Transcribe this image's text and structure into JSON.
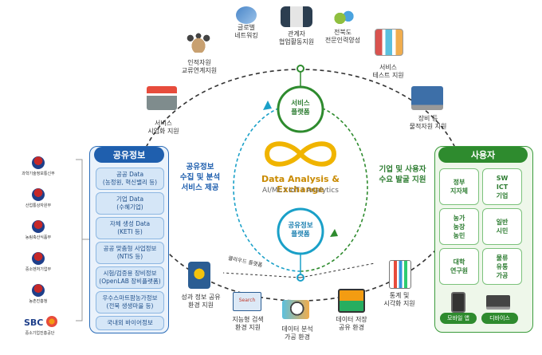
{
  "center": {
    "title": "Data Analysis & Exchange",
    "subtitle": "AI/ML I IoT I Analytics"
  },
  "service_platform": {
    "line1": "서비스",
    "line2": "플랫폼"
  },
  "public_platform": {
    "line1": "공유정보",
    "line2": "플랫폼"
  },
  "left_arrow_text": [
    "공유정보",
    "수집 및 분석",
    "서비스 제공"
  ],
  "right_arrow_text": [
    "기업 및 사용자",
    "수요 발굴 지원"
  ],
  "cloud_label": "클라우드 플랫폼",
  "top_nodes": [
    {
      "icon": "handshake-icon",
      "l1": "글로벌",
      "l2": "네트워킹"
    },
    {
      "icon": "business-meeting-icon",
      "l1": "관계자",
      "l2": "협업활동지원"
    },
    {
      "icon": "gears-person-icon",
      "l1": "전북도",
      "l2": "전문인력양성"
    },
    {
      "icon": "test-tubes-icon",
      "l1": "서비스",
      "l2": "테스트 지원"
    },
    {
      "icon": "meeting-table-icon",
      "l1": "인적자원",
      "l2": "교류연계지원"
    },
    {
      "icon": "storefront-icon",
      "l1": "서비스",
      "l2": "시업화 지원"
    },
    {
      "icon": "monitor-chart-icon",
      "l1": "장비 등",
      "l2": "물적자원 지원"
    }
  ],
  "bottom_nodes": [
    {
      "icon": "tablet-bulb-icon",
      "l1": "성과 정보 공유",
      "l2": "환경 지원"
    },
    {
      "icon": "search-window-icon",
      "l1": "지능형 검색",
      "l2": "환경 지원"
    },
    {
      "icon": "magnifier-chart-icon",
      "l1": "데이터 분석",
      "l2": "가공 환경"
    },
    {
      "icon": "photo-storage-icon",
      "l1": "데이터 저장",
      "l2": "공유 환경"
    },
    {
      "icon": "clipboard-stats-icon",
      "l1": "통계 및",
      "l2": "시각화 지원"
    }
  ],
  "search_word": "Search",
  "left_panel": {
    "title": "공유정보",
    "items": [
      {
        "l1": "공공 Data",
        "l2": "(농정원, 혁신밸리 등)"
      },
      {
        "l1": "기업 Data",
        "l2": "(수혜기업)"
      },
      {
        "l1": "자체 생성 Data",
        "l2": "(KETI 등)"
      },
      {
        "l1": "공공 맞춤형 사업정보",
        "l2": "(NTIS 등)"
      },
      {
        "l1": "시험/검증용 장비정보",
        "l2": "(OpenLAB 장비플랫폼)"
      },
      {
        "l1": "우수스마트팜농가정보",
        "l2": "(전북 생생마을 등)"
      },
      {
        "l1": "국내외 바이어정보",
        "l2": ""
      }
    ]
  },
  "agencies": [
    "과학기술정보통신부",
    "산업통상자원부",
    "농림축산식품부",
    "중소벤처기업부",
    "농촌진흥청"
  ],
  "sbc": {
    "name": "SBC",
    "sub": "중소기업진흥공단"
  },
  "right_panel": {
    "title": "사용자",
    "boxes": [
      {
        "l1": "정부",
        "l2": "지자체",
        "l3": ""
      },
      {
        "l1": "SW",
        "l2": "ICT",
        "l3": "기업"
      },
      {
        "l1": "농가",
        "l2": "농장",
        "l3": "농민"
      },
      {
        "l1": "일반",
        "l2": "시민",
        "l3": ""
      },
      {
        "l1": "대학",
        "l2": "연구원",
        "l3": ""
      },
      {
        "l1": "물류",
        "l2": "유통",
        "l3": "가공"
      }
    ],
    "pills": [
      "모바일 앱",
      "디바이스"
    ]
  },
  "colors": {
    "blue": "#1f5fae",
    "green": "#2e8b2e",
    "gold": "#e8a800",
    "teal": "#1aa0c8"
  }
}
